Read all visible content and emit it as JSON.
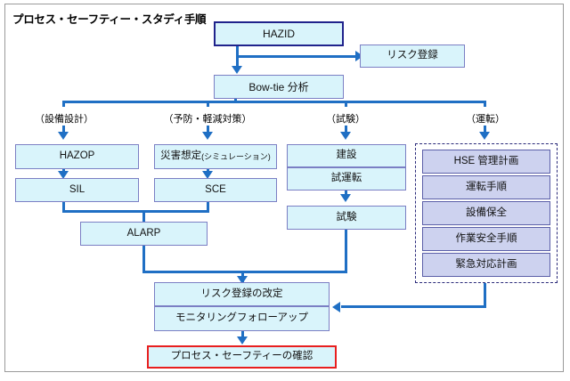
{
  "diagram": {
    "title": "プロセス・セーフティー・スタディ手順",
    "colors": {
      "connector": "#1f6fc4",
      "box_fill_cyan": "#d9f4fb",
      "box_fill_lavender": "#cdd2ef",
      "box_border": "#7b7fc4",
      "hazid_border": "#20238c",
      "final_border": "#e81f1f",
      "group_dashed_border": "#2a2a7a",
      "frame_border": "#9a9a9a"
    },
    "nodes": {
      "hazid": "HAZID",
      "risk_register": "リスク登録",
      "bowtie": "Bow-tie 分析",
      "hazop": "HAZOP",
      "sil": "SIL",
      "disaster_sim_main": "災害想定",
      "disaster_sim_kana": "(シミュレーション)",
      "sce": "SCE",
      "alarp": "ALARP",
      "construction": "建設",
      "commissioning": "試運転",
      "testing": "試験",
      "risk_register_revision": "リスク登録の改定",
      "monitoring_followup": "モニタリングフォローアップ",
      "process_safety_confirmation": "プロセス・セーフティーの確認"
    },
    "branch_labels": [
      "（設備設計）",
      "（予防・軽減対策）",
      "（試験）",
      "（運転）"
    ],
    "operation_group": {
      "items": [
        "HSE 管理計画",
        "運転手順",
        "設備保全",
        "作業安全手順",
        "緊急対応計画"
      ]
    }
  }
}
